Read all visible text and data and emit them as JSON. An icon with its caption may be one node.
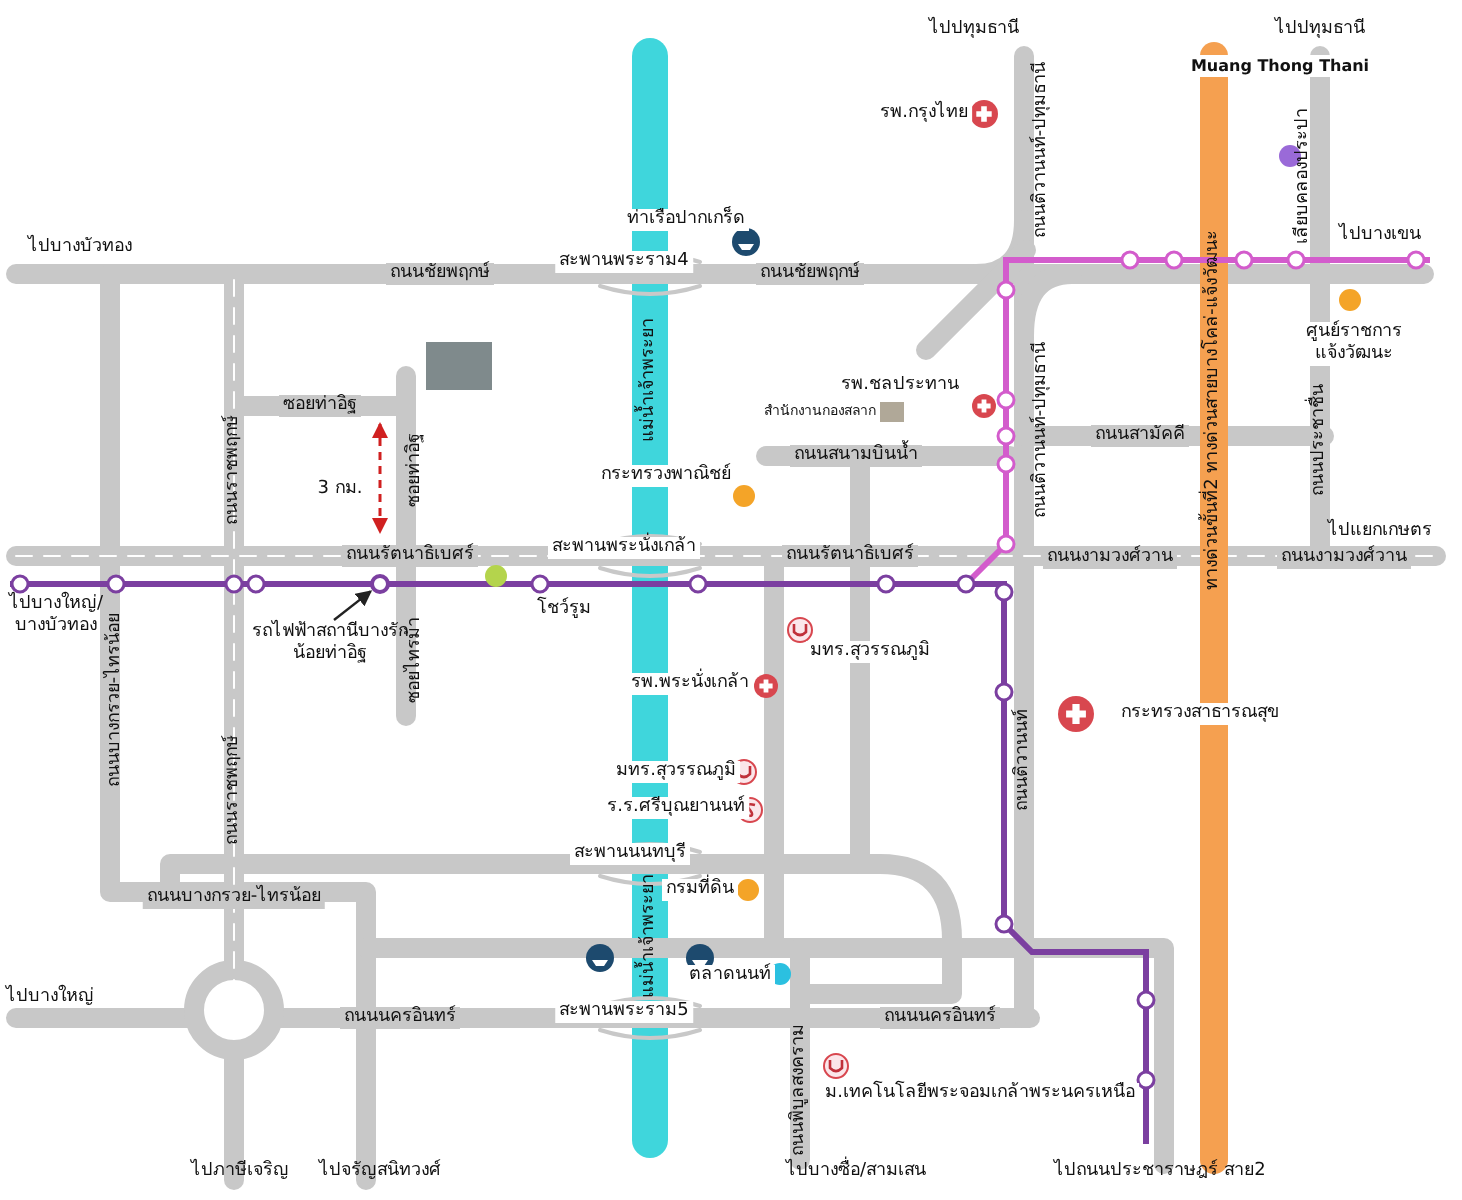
{
  "diagram": {
    "nodes": [
      {
        "text": [
          "รถไฟฟ้าสถานีบางรักน้อยท่าอิฐ"
        ]
      },
      {
        "text": [],
        "shape": "circle"
      }
    ],
    "edges": [
      {
        "from": 0,
        "to": 1,
        "arrow": "to"
      }
    ],
    "labels": [
      "ไปปทุมธานี",
      "ไปปทุมธานี",
      "Muang Thong Thani",
      "รพ.กรุงไทย",
      "ถนนติวานนท์-ปทุมธานี",
      "เลียบคลองประปา",
      "ไปบางบัวทอง",
      "ท่าเรือปากเกร็ด",
      "สะพานพระราม4",
      "ไปบางเขน",
      "ถนนชัยพฤกษ์",
      "ถนนชัยพฤกษ์",
      "แม่น้ำเจ้าพระยา",
      "ศูนย์ราชการแจ้งวัฒนะ",
      "ทางด่วนขั้นที่2 ทางด่วนสายบางโคล่-แจ้งวัฒนะ",
      "ซอยท่าอิฐ",
      "ถนนราชพฤกษ์",
      "ซอยท่าอิฐ",
      "3 กม.",
      "รพ.ชลประทาน",
      "สำนักงานกองสลาก",
      "ถนนติวานนท์-ปทุมธานี",
      "ถนนสามัคคี",
      "ถนนประชาชื่น",
      "กระทรวงพาณิชย์",
      "ถนนสนามบินน้ำ",
      "ไปแยกเกษตร",
      "ถนนรัตนาธิเบศร์",
      "สะพานพระนั่งเกล้า",
      "ถนนรัตนาธิเบศร์",
      "ถนนงามวงศ์วาน",
      "ถนนงามวงศ์วาน",
      "ไปบางใหญ่/ บางบัวทอง",
      "โชว์รูม",
      "ซอยไทรม้า",
      "มทร.สุวรรณภูมิ",
      "กระทรวงสาธารณสุข",
      "รพ.พระนั่งเกล้า",
      "ถนนบางกรวย-ไทรน้อย",
      "ถนนราชพฤกษ์",
      "มทร.สุวรรณภูมิ",
      "ร.ร.ศรีบุณยานนท์",
      "ถนนติวานนท์",
      "สะพานนนทบุรี",
      "ถนนบางกรวย-ไทรน้อย",
      "แม่น้ำเจ้าพระยา",
      "กรมที่ดิน",
      "ตลาดนนท์",
      "ไปบางใหญ่",
      "ถนนนครอินทร์",
      "สะพานพระราม5",
      "ถนนนครอินทร์",
      "ถนนพิบูลสงคราม",
      "ม.เทคโนโลยีพระจอมเกล้าพระนครเหนือ",
      "ไปภาษีเจริญ",
      "ไปจรัญสนิทวงศ์",
      "ไปบางซื่อ/สามเสน",
      "ไปถนนประชาราษฎร์ สาย2"
    ]
  }
}
